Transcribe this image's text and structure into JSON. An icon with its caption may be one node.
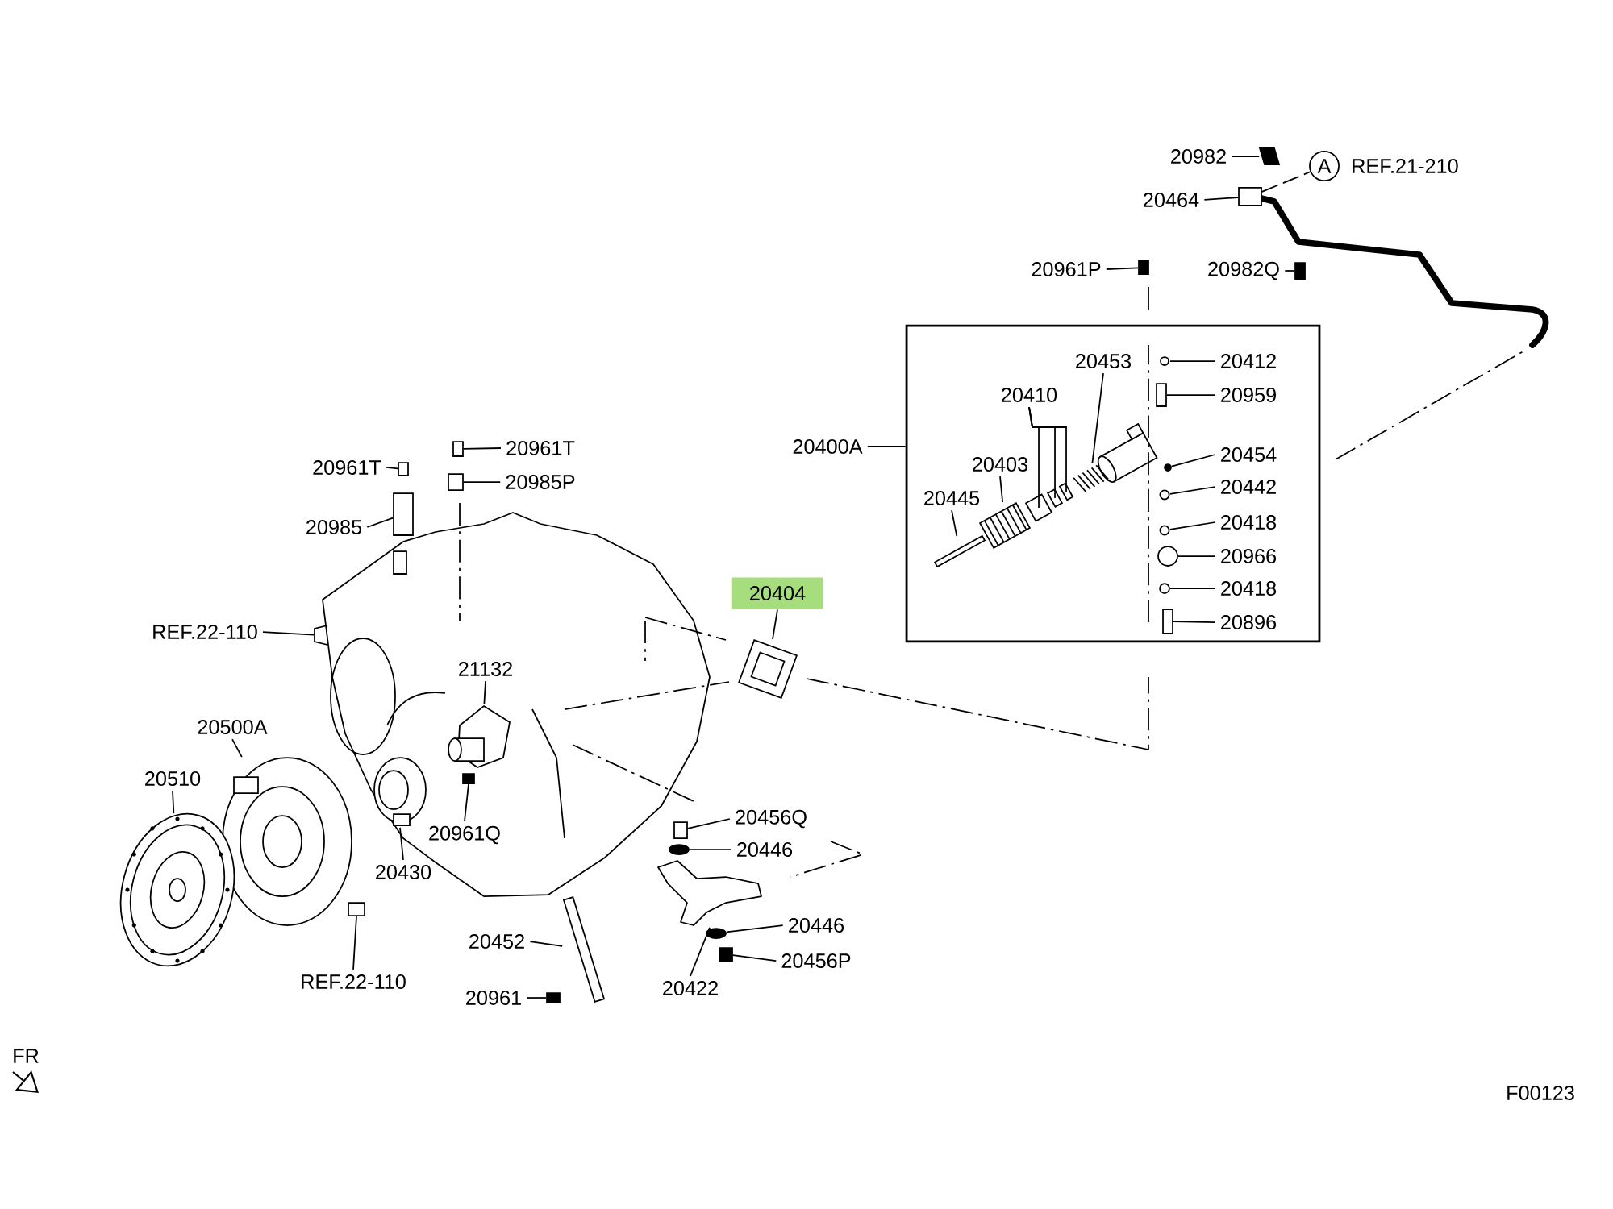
{
  "diagram": {
    "nodes": [
      {
        "text": [
          "20982"
        ]
      },
      {
        "text": [
          "A"
        ],
        "beside": [
          "REF.21-210"
        ]
      },
      {
        "text": [
          "20464"
        ]
      },
      {
        "text": [
          "20961P"
        ]
      },
      {
        "text": [
          "20982Q"
        ]
      },
      {
        "text": [],
        "shape": "box"
      },
      {
        "text": [
          "20400A"
        ]
      },
      {
        "text": [
          "20453"
        ],
        "in": 5
      },
      {
        "text": [
          "20412"
        ],
        "in": 5
      },
      {
        "text": [
          "20410"
        ],
        "in": 5
      },
      {
        "text": [
          "20959"
        ],
        "in": 5
      },
      {
        "text": [
          "20403"
        ],
        "in": 5
      },
      {
        "text": [
          "20454"
        ],
        "in": 5
      },
      {
        "text": [
          "20445"
        ],
        "in": 5
      },
      {
        "text": [
          "20442"
        ],
        "in": 5
      },
      {
        "text": [
          "20418"
        ],
        "in": 5
      },
      {
        "text": [
          "20966"
        ],
        "in": 5
      },
      {
        "text": [
          "20418"
        ],
        "in": 5
      },
      {
        "text": [
          "20896"
        ],
        "in": 5
      },
      {
        "text": [
          "20961T"
        ]
      },
      {
        "text": [
          "20961T"
        ]
      },
      {
        "text": [
          "20985P"
        ]
      },
      {
        "text": [
          "20985"
        ]
      },
      {
        "text": [
          "REF.22-110"
        ]
      },
      {
        "text": [
          "20404"
        ]
      },
      {
        "text": [
          "21132"
        ]
      },
      {
        "text": [
          "20500A"
        ]
      },
      {
        "text": [
          "20510"
        ]
      },
      {
        "text": [
          "20456Q"
        ]
      },
      {
        "text": [
          "20446"
        ]
      },
      {
        "text": [
          "20961Q"
        ]
      },
      {
        "text": [
          "20430"
        ]
      },
      {
        "text": [
          "20446"
        ]
      },
      {
        "text": [
          "20452"
        ]
      },
      {
        "text": [
          "20456P"
        ]
      },
      {
        "text": [
          "REF.22-110"
        ]
      },
      {
        "text": [
          "20422"
        ]
      },
      {
        "text": [
          "20961"
        ]
      },
      {
        "text": [],
        "shape": "box"
      },
      {
        "text": [],
        "shape": "box"
      },
      {
        "text": [],
        "shape": "box"
      },
      {
        "text": [],
        "shape": "box"
      },
      {
        "text": [],
        "shape": "bar",
        "in": 5
      },
      {
        "text": [],
        "shape": "picture",
        "in": 5
      },
      {
        "text": [],
        "shape": "box",
        "in": 5
      },
      {
        "text": [],
        "shape": "box",
        "in": 5
      },
      {
        "text": [],
        "shape": "box",
        "in": 5
      },
      {
        "text": [],
        "shape": "picture",
        "in": 5
      },
      {
        "text": [],
        "shape": "circle",
        "in": 5
      },
      {
        "text": [],
        "shape": "box",
        "in": 5
      },
      {
        "text": [],
        "shape": "circle",
        "in": 5
      },
      {
        "text": [],
        "shape": "circle",
        "in": 5
      },
      {
        "text": [],
        "shape": "circle",
        "in": 5
      },
      {
        "text": [],
        "shape": "circle",
        "in": 5
      },
      {
        "text": [],
        "shape": "circle",
        "in": 5
      },
      {
        "text": [],
        "shape": "box",
        "in": 5
      },
      {
        "text": [],
        "shape": "box"
      },
      {
        "text": [],
        "shape": "box"
      },
      {
        "text": [],
        "shape": "box"
      },
      {
        "text": [],
        "shape": "box"
      },
      {
        "text": [],
        "shape": "picture"
      },
      {
        "text": [],
        "shape": "picture"
      },
      {
        "text": [],
        "shape": "picture"
      },
      {
        "text": [],
        "shape": "picture"
      },
      {
        "text": [],
        "shape": "picture"
      },
      {
        "text": [],
        "shape": "box"
      },
      {
        "text": [],
        "shape": "circle"
      },
      {
        "text": [],
        "shape": "box"
      },
      {
        "text": [],
        "shape": "picture"
      },
      {
        "text": [],
        "shape": "circle"
      },
      {
        "text": [],
        "shape": "bar"
      },
      {
        "text": [],
        "shape": "box"
      },
      {
        "text": [],
        "shape": "box"
      },
      {
        "text": [],
        "shape": "picture"
      },
      {
        "text": [],
        "shape": "box"
      }
    ],
    "edges": [
      {
        "from": 0,
        "to": 38,
        "arrow": "none"
      },
      {
        "from": 39,
        "to": 1,
        "arrow": "none",
        "style": "dashed"
      },
      {
        "from": 2,
        "to": 39,
        "arrow": "none"
      },
      {
        "from": 3,
        "to": 40,
        "arrow": "none"
      },
      {
        "from": 4,
        "to": 41,
        "arrow": "none"
      },
      {
        "from": 6,
        "to": 5,
        "arrow": "none"
      },
      {
        "from": 7,
        "to": 47,
        "arrow": "none"
      },
      {
        "from": 8,
        "to": 48,
        "arrow": "none"
      },
      {
        "from": 9,
        "to": 44,
        "arrow": "none"
      },
      {
        "from": 9,
        "to": 45,
        "arrow": "none"
      },
      {
        "from": 9,
        "to": 46,
        "arrow": "none"
      },
      {
        "from": 10,
        "to": 49,
        "arrow": "none"
      },
      {
        "from": 11,
        "to": 43,
        "arrow": "none"
      },
      {
        "from": 12,
        "to": 50,
        "arrow": "none"
      },
      {
        "from": 13,
        "to": 42,
        "arrow": "none"
      },
      {
        "from": 14,
        "to": 51,
        "arrow": "none"
      },
      {
        "from": 15,
        "to": 52,
        "arrow": "none"
      },
      {
        "from": 16,
        "to": 53,
        "arrow": "none"
      },
      {
        "from": 17,
        "to": 54,
        "arrow": "none"
      },
      {
        "from": 18,
        "to": 55,
        "arrow": "none"
      },
      {
        "from": 19,
        "to": 56,
        "arrow": "none"
      },
      {
        "from": 20,
        "to": 57,
        "arrow": "none"
      },
      {
        "from": 21,
        "to": 58,
        "arrow": "none"
      },
      {
        "from": 22,
        "to": 59,
        "arrow": "none"
      },
      {
        "from": 23,
        "to": 60,
        "arrow": "none"
      },
      {
        "from": 24,
        "to": 61,
        "arrow": "none"
      },
      {
        "from": 25,
        "to": 62,
        "arrow": "none"
      },
      {
        "from": 26,
        "to": 63,
        "arrow": "none"
      },
      {
        "from": 27,
        "to": 64,
        "arrow": "none"
      },
      {
        "from": 28,
        "to": 65,
        "arrow": "none"
      },
      {
        "from": 29,
        "to": 66,
        "arrow": "none"
      },
      {
        "from": 30,
        "to": 67,
        "arrow": "none"
      },
      {
        "from": 31,
        "to": 68,
        "arrow": "none"
      },
      {
        "from": 32,
        "to": 69,
        "arrow": "none"
      },
      {
        "from": 33,
        "to": 70,
        "arrow": "none"
      },
      {
        "from": 34,
        "to": 71,
        "arrow": "none"
      },
      {
        "from": 35,
        "to": 72,
        "arrow": "none"
      },
      {
        "from": 36,
        "to": 73,
        "arrow": "none"
      },
      {
        "from": 37,
        "to": 74,
        "arrow": "none"
      }
    ],
    "labels": [
      "FR",
      "F00123"
    ]
  }
}
